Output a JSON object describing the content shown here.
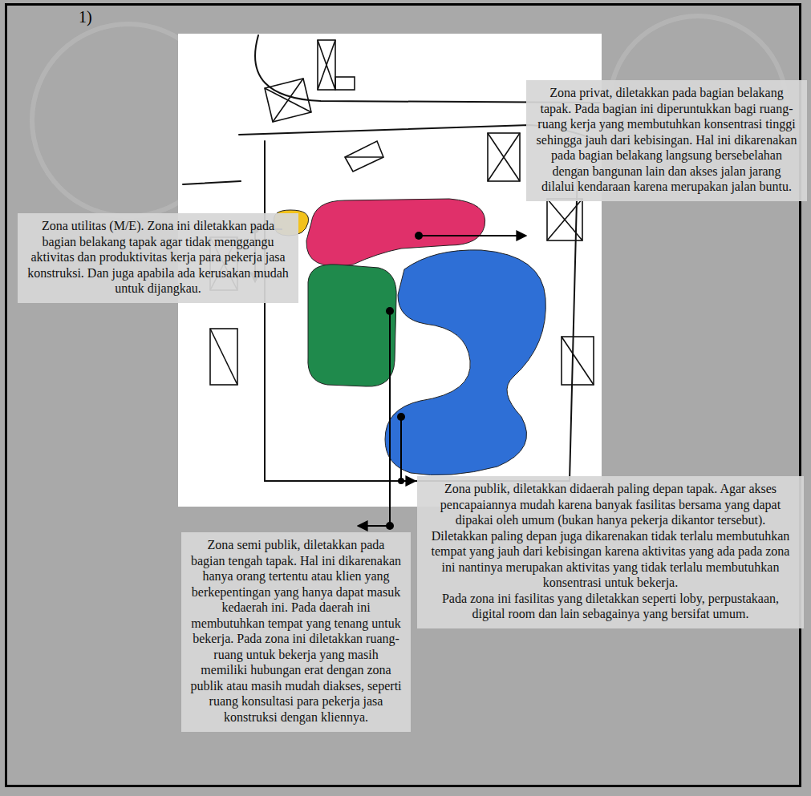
{
  "diagram": {
    "nodes": [
      {
        "text": [
          "Zona privat, diletakkan pada bagian belakang tapak. Pada bagian ini diperuntukkan bagi ruang-ruang kerja yang membutuhkan konsentrasi tinggi sehingga jauh dari kebisingan. Hal ini dikarenakan pada bagian belakang langsung bersebelahan dengan bangunan lain dan akses jalan jarang dilalui kendaraan karena merupakan jalan buntu."
        ]
      },
      {
        "text": [
          "Zona utilitas (M/E). Zona ini diletakkan pada bagian belakang tapak agar tidak menggangu aktivitas dan produktivitas kerja para pekerja jasa konstruksi. Dan juga apabila ada kerusakan mudah untuk dijangkau."
        ]
      },
      {
        "text": [
          "Zona publik, diletakkan didaerah paling depan tapak. Agar akses pencapaiannya mudah karena banyak fasilitas bersama yang dapat dipakai oleh umum (bukan hanya pekerja dikantor tersebut).",
          "Diletakkan paling depan juga dikarenakan tidak terlalu membutuhkan tempat yang jauh dari kebisingan karena aktivitas yang ada pada zona ini nantinya merupakan aktivitas yang tidak terlalu membutuhkan konsentrasi untuk bekerja.",
          "Pada zona ini fasilitas yang diletakkan seperti loby, perpustakaan, digital room dan lain sebagainya yang bersifat umum."
        ]
      },
      {
        "text": [
          "Zona semi publik, diletakkan pada bagian tengah tapak. Hal ini dikarenakan hanya orang tertentu atau klien yang berkepentingan yang hanya dapat masuk kedaerah ini. Pada daerah ini membutuhkan tempat yang tenang untuk bekerja. Pada zona ini diletakkan ruang-ruang untuk bekerja yang masih memiliki hubungan erat dengan zona publik atau masih mudah diakses, seperti ruang konsultasi para pekerja jasa konstruksi dengan kliennya."
        ]
      }
    ],
    "labels": [
      "1)"
    ]
  }
}
